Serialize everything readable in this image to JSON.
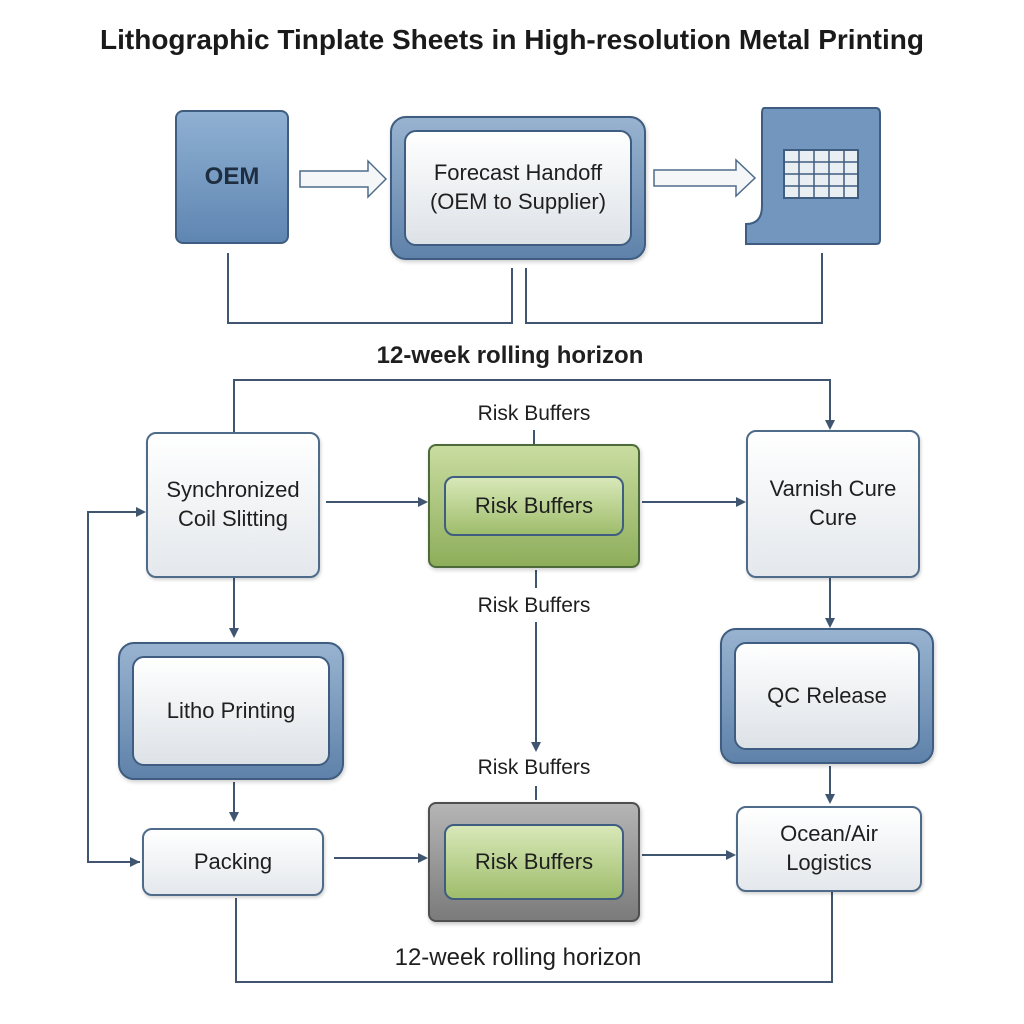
{
  "title": "Lithographic Tinplate Sheets in High-resolution Metal Printing",
  "nodes": {
    "oem": "OEM",
    "forecast": [
      "Forecast Handoff",
      "(OEM to Supplier)"
    ],
    "coil": [
      "Synchronized",
      "Coil Slitting"
    ],
    "buffer_top": "Risk Buffers",
    "varnish": [
      "Varnish Cure",
      "Cure"
    ],
    "litho": "Litho Printing",
    "qc": "QC Release",
    "packing": "Packing",
    "buffer_bottom": "Risk Buffers",
    "logistics": [
      "Ocean/Air",
      "Logistics"
    ]
  },
  "labels": {
    "horizon_top": "12-week rolling horizon",
    "buffer_above": "Risk Buffers",
    "buffer_below": "Risk Buffers",
    "buffer_lower": "Risk Buffers",
    "horizon_bottom": "12-week rolling horizon"
  },
  "icons": {
    "spreadsheet": "spreadsheet-icon",
    "arrow": "arrow-right-icon"
  },
  "colors": {
    "blue_dark": "#3f5d80",
    "blue_fill": "#6f90b8",
    "green_fill": "#9fbd6c",
    "grey_fill": "#8a8a8a",
    "connector": "#3f5570"
  }
}
